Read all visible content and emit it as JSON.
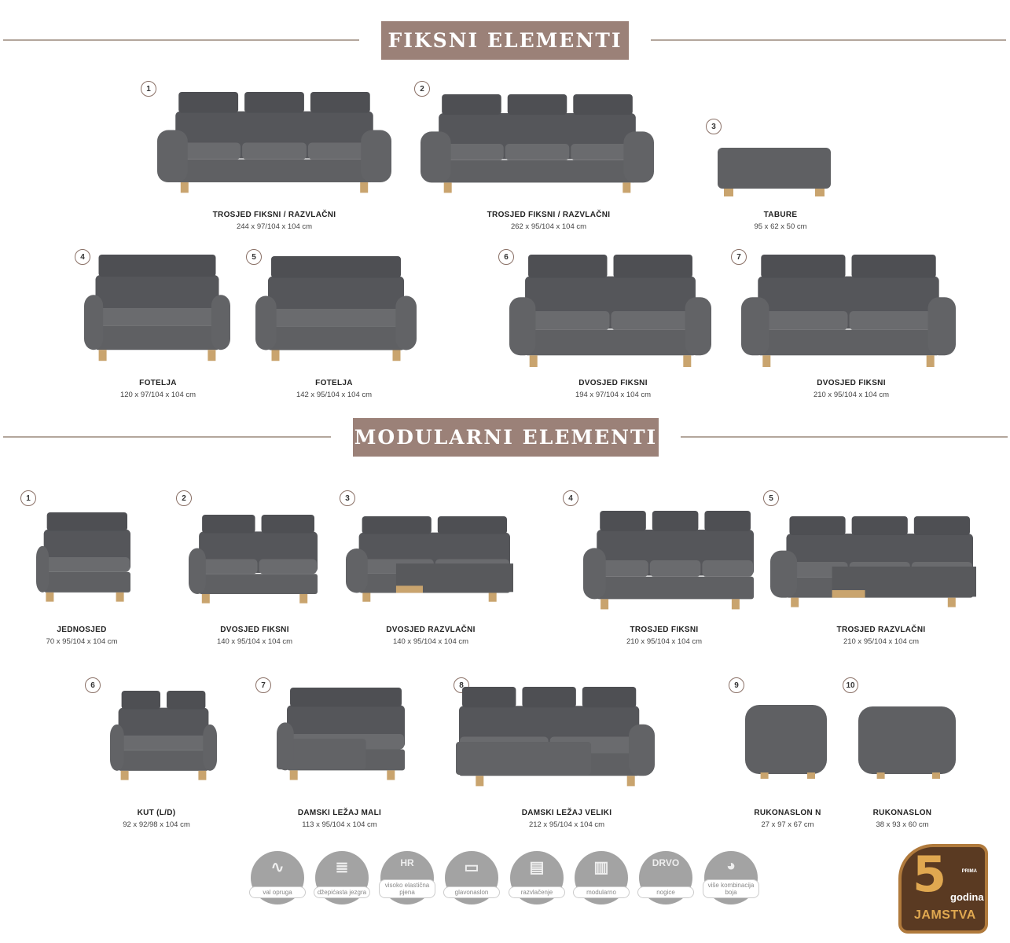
{
  "sections": [
    {
      "title": "FIKSNI ELEMENTI",
      "products": [
        {
          "num": "1",
          "name": "TROSJED FIKSNI / RAZVLAČNI",
          "dims": "244 x 97/104 x 104 cm"
        },
        {
          "num": "2",
          "name": "TROSJED FIKSNI / RAZVLAČNI",
          "dims": "262 x 95/104 x 104 cm"
        },
        {
          "num": "3",
          "name": "TABURE",
          "dims": "95 x 62 x 50 cm"
        },
        {
          "num": "4",
          "name": "FOTELJA",
          "dims": "120 x 97/104 x 104 cm"
        },
        {
          "num": "5",
          "name": "FOTELJA",
          "dims": "142 x 95/104 x 104 cm"
        },
        {
          "num": "6",
          "name": "DVOSJED FIKSNI",
          "dims": "194 x 97/104 x 104 cm"
        },
        {
          "num": "7",
          "name": "DVOSJED FIKSNI",
          "dims": "210 x 95/104 x 104 cm"
        }
      ]
    },
    {
      "title": "MODULARNI ELEMENTI",
      "products": [
        {
          "num": "1",
          "name": "JEDNOSJED",
          "dims": "70 x 95/104 x 104 cm"
        },
        {
          "num": "2",
          "name": "DVOSJED FIKSNI",
          "dims": "140 x 95/104 x 104 cm"
        },
        {
          "num": "3",
          "name": "DVOSJED RAZVLAČNI",
          "dims": "140 x 95/104 x 104 cm"
        },
        {
          "num": "4",
          "name": "TROSJED FIKSNI",
          "dims": "210 x 95/104 x 104 cm"
        },
        {
          "num": "5",
          "name": "TROSJED RAZVLAČNI",
          "dims": "210 x 95/104 x 104 cm"
        },
        {
          "num": "6",
          "name": "KUT (L/D)",
          "dims": "92 x 92/98 x 104 cm"
        },
        {
          "num": "7",
          "name": "DAMSKI LEŽAJ MALI",
          "dims": "113 x 95/104 x 104 cm"
        },
        {
          "num": "8",
          "name": "DAMSKI LEŽAJ VELIKI",
          "dims": "212 x 95/104 x 104 cm"
        },
        {
          "num": "9",
          "name": "RUKONASLON N",
          "dims": "27 x 97 x 67 cm"
        },
        {
          "num": "10",
          "name": "RUKONASLON",
          "dims": "38 x 93 x 60 cm"
        }
      ]
    }
  ],
  "features": [
    {
      "label": "val opruga",
      "icon": "spring-icon"
    },
    {
      "label": "džepićasta jezgra",
      "icon": "pocket-spring-icon"
    },
    {
      "label": "visoko elastična pjena",
      "icon": "hr-foam-icon",
      "icon_text": "HR"
    },
    {
      "label": "glavonaslon",
      "icon": "headrest-icon"
    },
    {
      "label": "razvlačenje",
      "icon": "sofa-bed-icon"
    },
    {
      "label": "modularno",
      "icon": "modular-icon"
    },
    {
      "label": "nogice",
      "icon": "wood-leg-icon",
      "icon_text": "DRVO"
    },
    {
      "label": "više kombinacija boja",
      "icon": "palette-icon"
    }
  ],
  "badge": {
    "number": "5",
    "word": "godina",
    "title": "JAMSTVA",
    "brand": "PRIMA"
  },
  "colors": {
    "accent": "#9b8178",
    "fabric": "#5f6063",
    "leg": "#c9a46e"
  }
}
